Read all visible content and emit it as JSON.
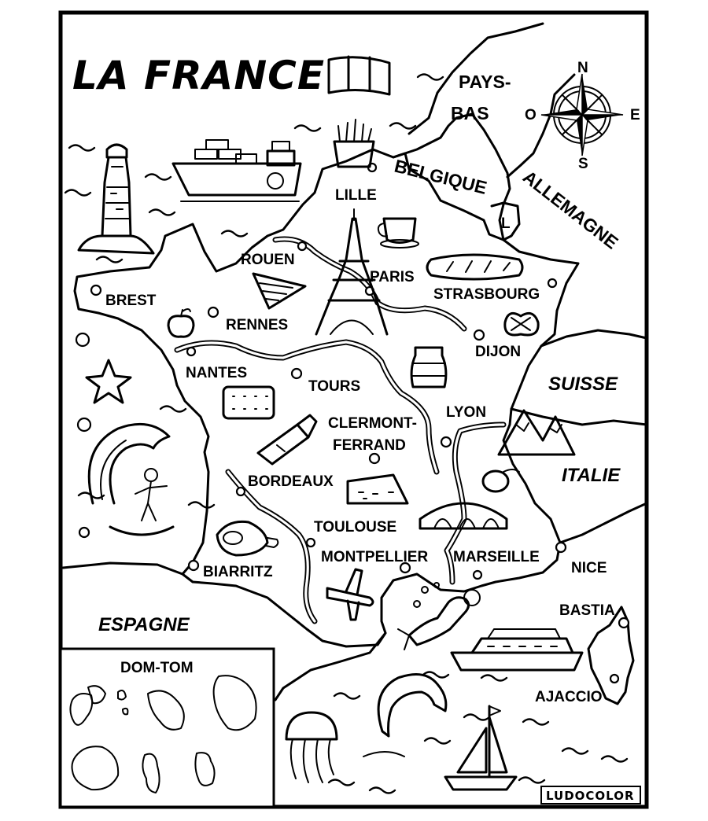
{
  "title": "LA FRANCE",
  "cities": {
    "lille": "LILLE",
    "rouen": "ROUEN",
    "paris": "PARIS",
    "strasbourg": "STRASBOURG",
    "brest": "BREST",
    "rennes": "RENNES",
    "dijon": "DIJON",
    "nantes": "NANTES",
    "tours": "TOURS",
    "lyon": "LYON",
    "clermont_1": "CLERMONT-",
    "clermont_2": "FERRAND",
    "bordeaux": "BORDEAUX",
    "toulouse": "TOULOUSE",
    "montpellier": "MONTPELLIER",
    "marseille": "MARSEILLE",
    "biarritz": "BIARRITZ",
    "nice": "NICE",
    "bastia": "BASTIA",
    "ajaccio": "AJACCIO"
  },
  "countries": {
    "paysbas_1": "PAYS-",
    "paysbas_2": "BAS",
    "belgique": "BELGIQUE",
    "allemagne": "ALLEMAGNE",
    "luxembourg": "L",
    "suisse": "SUISSE",
    "italie": "ITALIE",
    "espagne": "ESPAGNE"
  },
  "compass": {
    "north": "N",
    "south": "S",
    "east": "E",
    "west": "O"
  },
  "inset": {
    "title": "DOM-TOM"
  },
  "brand": "LUDOCOLOR",
  "icons": [
    "lighthouse-icon",
    "cargo-ship-icon",
    "fries-icon",
    "coffee-cup-icon",
    "baguette-icon",
    "crepe-icon",
    "eiffel-tower-icon",
    "apple-icon",
    "pretzel-icon",
    "jar-icon",
    "starfish-icon",
    "biscuit-icon",
    "wine-bottle-icon",
    "mountains-icon",
    "surfer-wave-icon",
    "lemon-icon",
    "cheese-icon",
    "bridge-icon",
    "ham-icon",
    "airplane-icon",
    "diver-icon",
    "ferry-icon",
    "dolphin-icon",
    "jellyfish-icon",
    "sailboat-icon",
    "compass-rose-icon",
    "flag-icon"
  ]
}
